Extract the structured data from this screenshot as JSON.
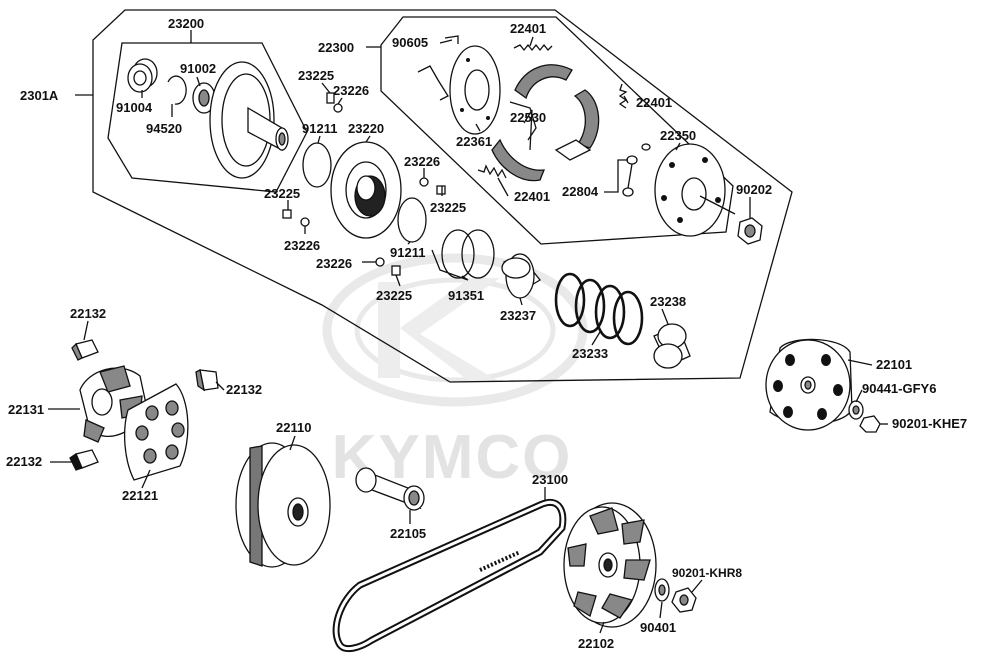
{
  "watermark": {
    "brand_text": "KYMCO"
  },
  "colors": {
    "ink": "#111111",
    "watermark": "#e6e6e6",
    "part_fill": "#ffffff",
    "part_shade": "#8a8a8a"
  },
  "labels": {
    "l23200": "23200",
    "l91002": "91002",
    "l91004": "91004",
    "l94520": "94520",
    "l2301A": "2301A",
    "l23225a": "23225",
    "l23226a": "23226",
    "l91211a": "91211",
    "l23220": "23220",
    "l23226b": "23226",
    "l23225b": "23225",
    "l23225c": "23225",
    "l23226c": "23226",
    "l91211b": "91211",
    "l23226d": "23226",
    "l23225d": "23225",
    "l91351": "91351",
    "l23237": "23237",
    "l23233": "23233",
    "l23238": "23238",
    "l22300": "22300",
    "l90605": "90605",
    "l22401a": "22401",
    "l22401b": "22401",
    "l22361": "22361",
    "l22530": "22530",
    "l22401c": "22401",
    "l22350": "22350",
    "l22804": "22804",
    "l90202": "90202",
    "l22101": "22101",
    "l90441": "90441-GFY6",
    "l90201khe7": "90201-KHE7",
    "l22132a": "22132",
    "l22132b": "22132",
    "l22131": "22131",
    "l22132c": "22132",
    "l22121": "22121",
    "l22110": "22110",
    "l22105": "22105",
    "l23100": "23100",
    "l90201khr8": "90201-KHR8",
    "l90401": "90401",
    "l22102": "22102"
  }
}
